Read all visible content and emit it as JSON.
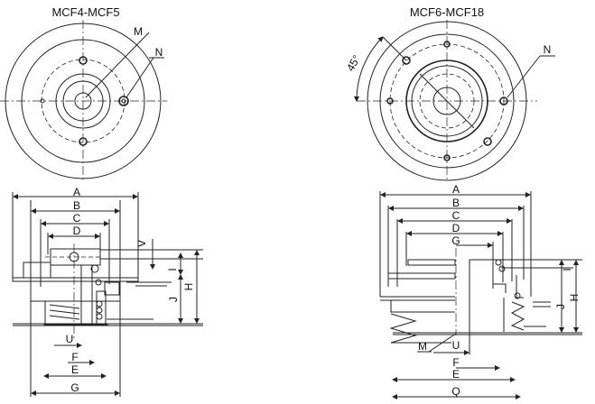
{
  "titles": {
    "left": "MCF4-MCF5",
    "right": "MCF6-MCF18"
  },
  "left_top_labels": {
    "m": "M",
    "n": "N"
  },
  "right_top_labels": {
    "n": "N",
    "angle": "45°"
  },
  "left_section": {
    "a": "A",
    "b": "B",
    "c": "C",
    "d": "D",
    "v": "V",
    "i": "I",
    "h": "H",
    "j": "J",
    "u": "U",
    "f": "F",
    "e": "E",
    "g": "G"
  },
  "right_section": {
    "a": "A",
    "b": "B",
    "c": "C",
    "d": "D",
    "g": "G",
    "i": "I",
    "h": "H",
    "j": "J",
    "m": "M",
    "u": "U",
    "f": "F",
    "e": "E",
    "q": "Q"
  }
}
